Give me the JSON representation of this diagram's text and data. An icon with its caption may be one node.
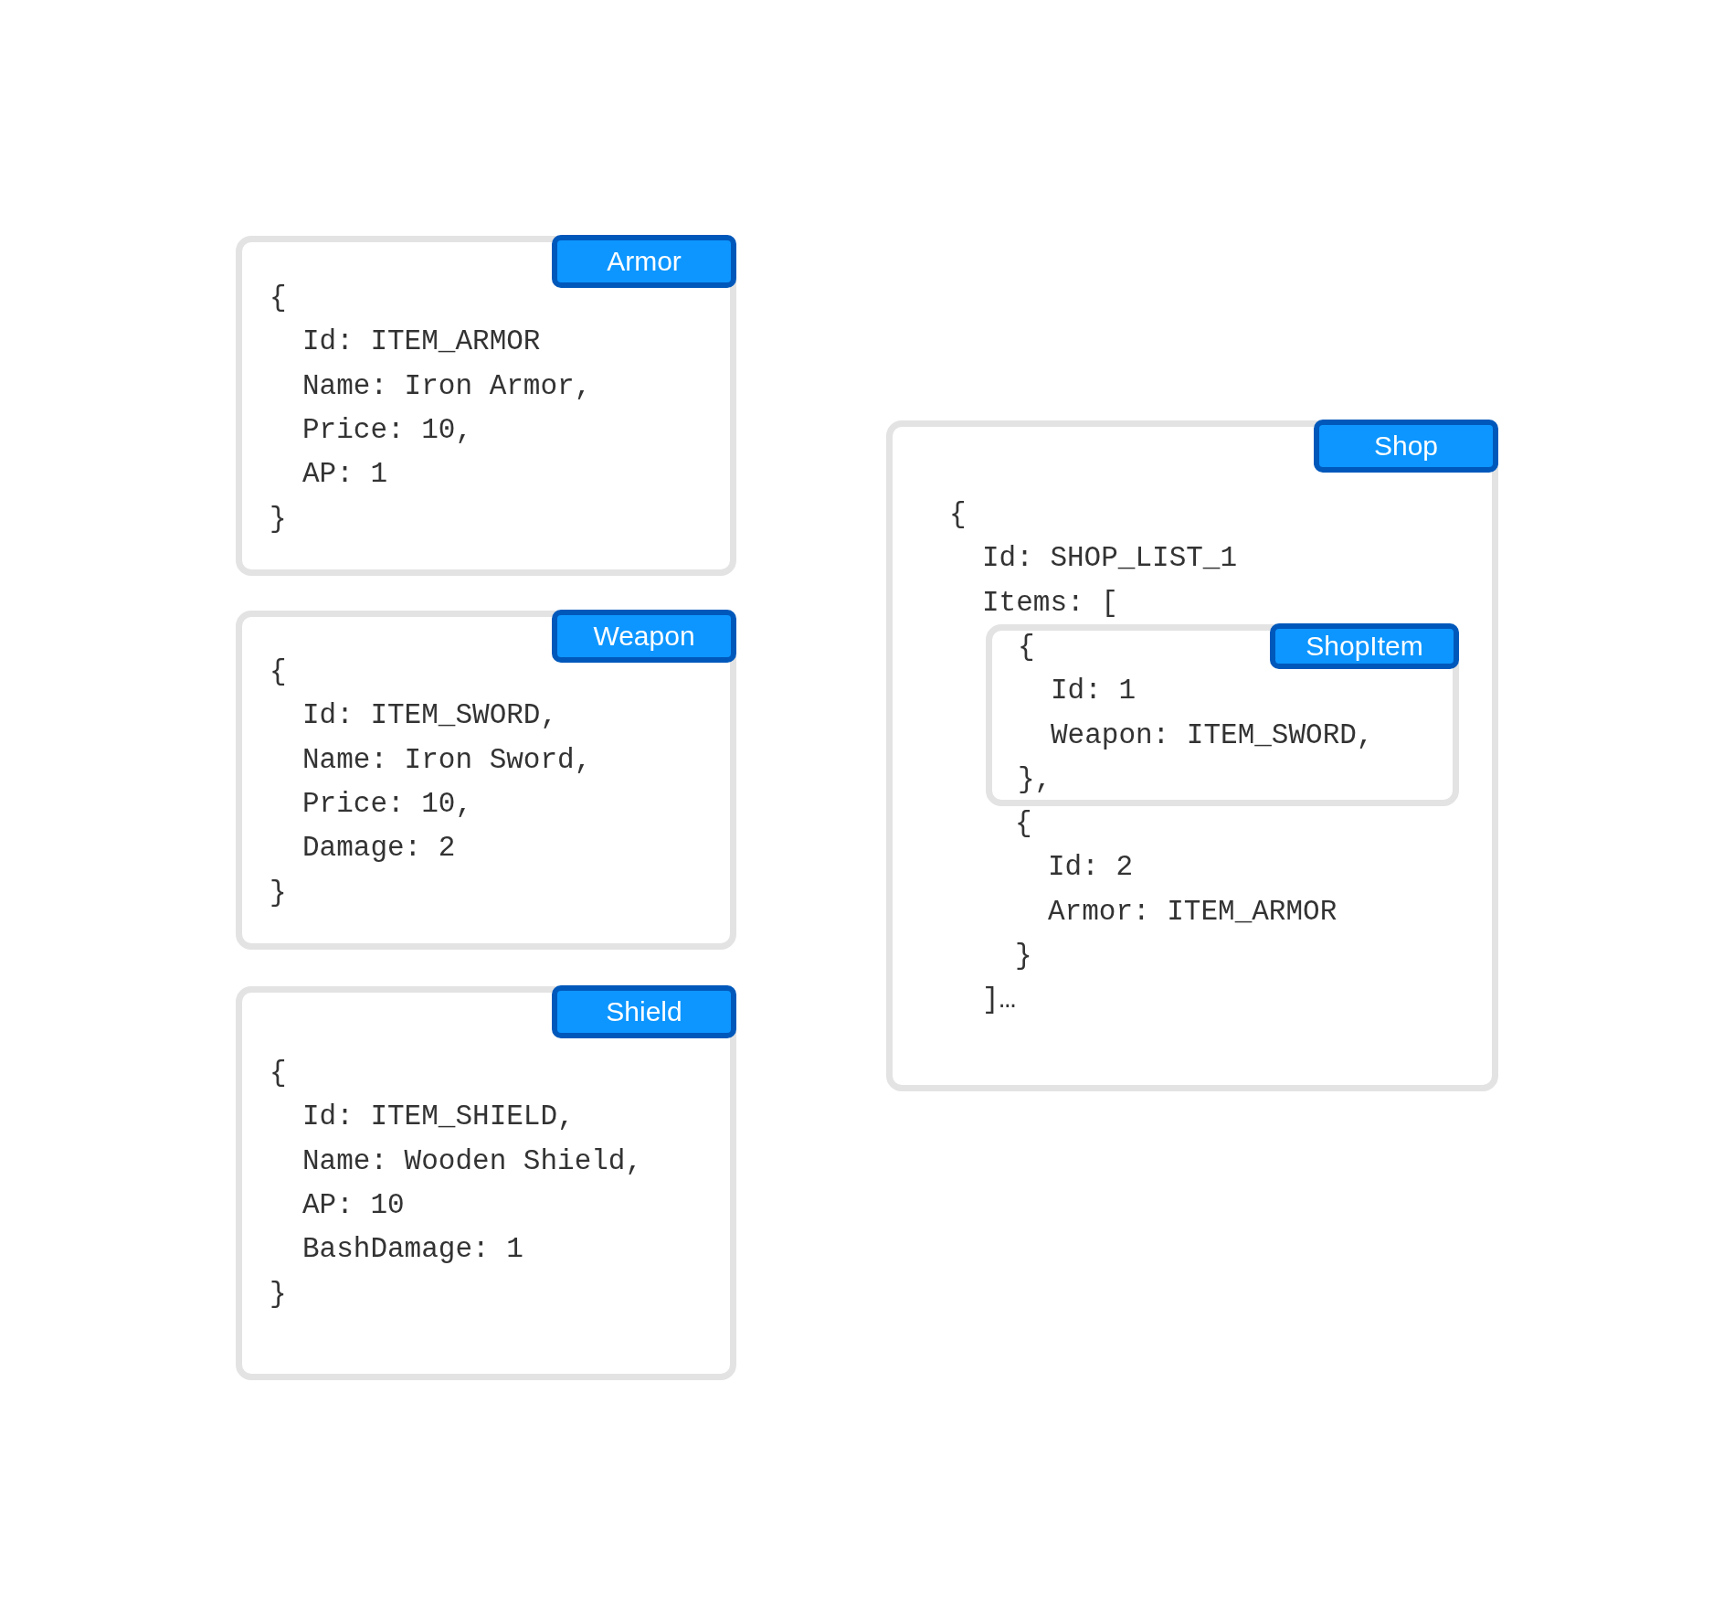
{
  "diagram": {
    "nodes": [
      {
        "text": [
          "Armor",
          "{",
          "Id: ITEM_ARMOR",
          "Name: Iron Armor,",
          "Price: 10,",
          "AP: 1",
          "}"
        ]
      },
      {
        "text": [
          "Weapon",
          "{",
          "Id: ITEM_SWORD,",
          "Name: Iron Sword,",
          "Price: 10,",
          "Damage: 2",
          "}"
        ]
      },
      {
        "text": [
          "Shield",
          "{",
          "Id: ITEM_SHIELD,",
          "Name: Wooden Shield,",
          "AP: 10",
          "BashDamage: 1",
          "}"
        ]
      },
      {
        "text": [
          "Shop",
          "{",
          "Id: SHOP_LIST_1",
          "Items: [",
          "{",
          "Id: 2",
          "Armor: ITEM_ARMOR",
          "}",
          "]…"
        ]
      },
      {
        "text": [
          "ShopItem",
          "{",
          "Id: 1",
          "Weapon: ITEM_SWORD,",
          "},"
        ],
        "in": 3
      }
    ]
  }
}
